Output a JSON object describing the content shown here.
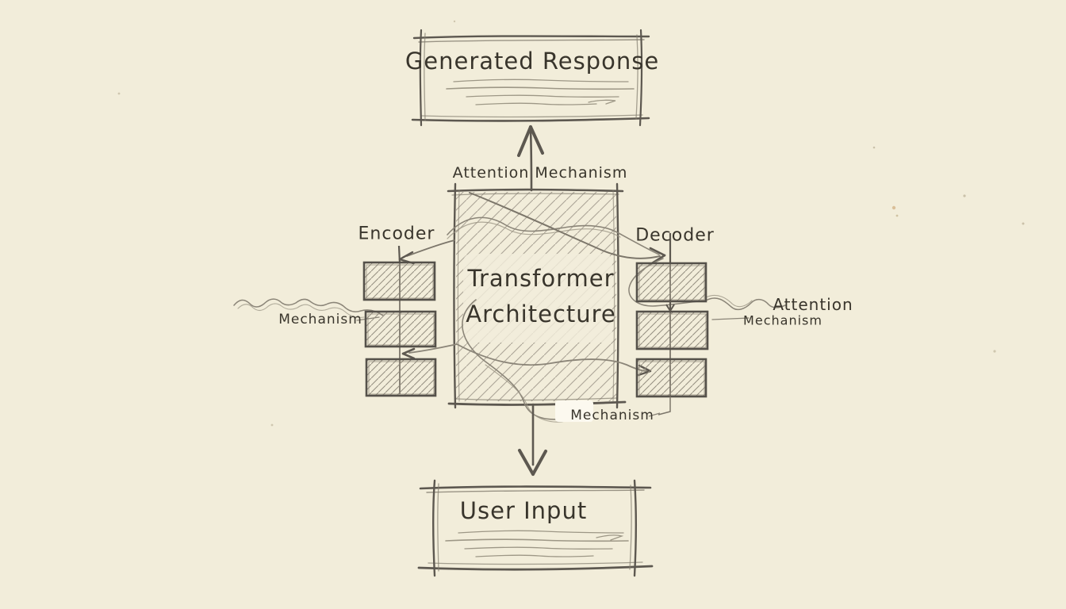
{
  "palette": {
    "paper": "#f2edda",
    "pencil_dark": "#4a463e",
    "pencil_mid": "#6e695d",
    "pencil_light": "#9b9585",
    "hatch_light": "#a9a294",
    "hatch_dense": "#928c7e",
    "text": "#39352c",
    "patch": "#fcf9ef"
  },
  "diagram": {
    "title_box_top": "Generated Response",
    "title_box_bottom": "User Input",
    "center": {
      "line1": "Transformer",
      "line2": "Architecture"
    },
    "encoder_label": "Encoder",
    "decoder_label": "Decoder",
    "annotations": {
      "top": "Attention Mechanism",
      "left": "Mechanism",
      "right_line1": "Attention",
      "right_line2": "Mechanism",
      "bottom": "Mechanism"
    }
  }
}
